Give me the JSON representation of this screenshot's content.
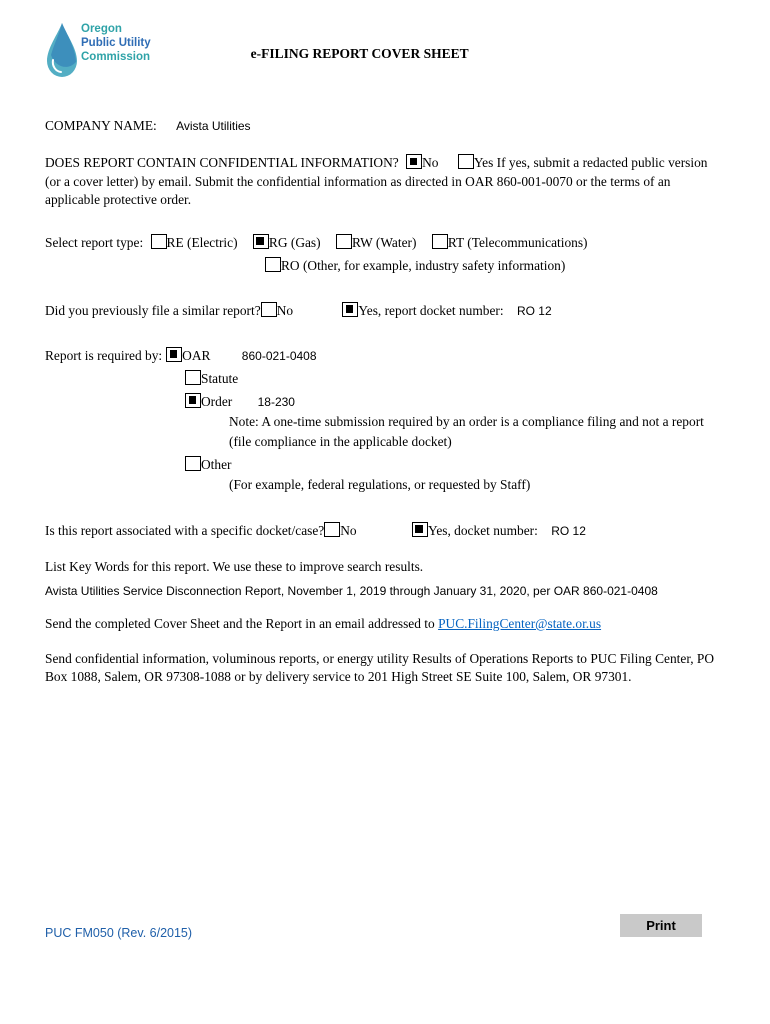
{
  "header": {
    "logo": {
      "line1": "Oregon",
      "line2": "Public Utility",
      "line3": "Commission"
    },
    "title": "e-FILING REPORT COVER SHEET"
  },
  "company": {
    "label": "COMPANY NAME:",
    "value": "Avista Utilities"
  },
  "confidential": {
    "question": "DOES REPORT CONTAIN CONFIDENTIAL INFORMATION?",
    "no": {
      "label": "No",
      "checked": true
    },
    "yes": {
      "label": "Yes",
      "checked": false
    },
    "instructions": "If yes, submit a redacted public version (or a cover letter) by email.  Submit the confidential information as directed in OAR 860-001-0070 or the terms of an applicable protective order."
  },
  "report_type": {
    "label": "Select report type:",
    "options": [
      {
        "label": "RE (Electric)",
        "checked": false
      },
      {
        "label": "RG (Gas)",
        "checked": true
      },
      {
        "label": "RW (Water)",
        "checked": false
      },
      {
        "label": "RT (Telecommunications)",
        "checked": false
      },
      {
        "label": "RO (Other, for example, industry safety information)",
        "checked": false
      }
    ]
  },
  "previous_report": {
    "question": "Did you previously file a similar report?",
    "no": {
      "label": "No",
      "checked": false
    },
    "yes": {
      "label": "Yes, report docket number:",
      "checked": true
    },
    "docket_value": "RO 12"
  },
  "required_by": {
    "label": "Report is required by:",
    "oar": {
      "label": "OAR",
      "checked": true,
      "value": "860-021-0408"
    },
    "statute": {
      "label": "Statute",
      "checked": false
    },
    "order": {
      "label": "Order",
      "checked": true,
      "value": "18-230"
    },
    "order_note_line1": "Note: A one-time submission required by an order is a compliance filing and not a report",
    "order_note_line2": "(file compliance in the applicable docket)",
    "other": {
      "label": "Other",
      "checked": false
    },
    "other_note": "(For example, federal regulations, or requested by Staff)"
  },
  "docket_association": {
    "question": "Is this report associated with a specific docket/case?",
    "no": {
      "label": "No",
      "checked": false
    },
    "yes": {
      "label": "Yes, docket number:",
      "checked": true
    },
    "docket_value": "RO 12"
  },
  "keywords": {
    "label": "List Key Words for this report.  We use these to improve search results.",
    "value": "Avista Utilities Service Disconnection Report, November 1, 2019 through January 31, 2020, per OAR 860-021-0408"
  },
  "email_instruction": {
    "text": "Send the completed Cover Sheet and the Report in an email addressed to",
    "link": "PUC.FilingCenter@state.or.us"
  },
  "mailing_instruction": "Send confidential information, voluminous reports, or energy utility Results of Operations Reports to PUC Filing Center, PO Box 1088, Salem, OR  97308-1088 or by delivery service to 201 High Street SE Suite 100, Salem, OR  97301.",
  "footer": {
    "form_id": "PUC FM050 (Rev. 6/2015)",
    "print_button": "Print"
  }
}
